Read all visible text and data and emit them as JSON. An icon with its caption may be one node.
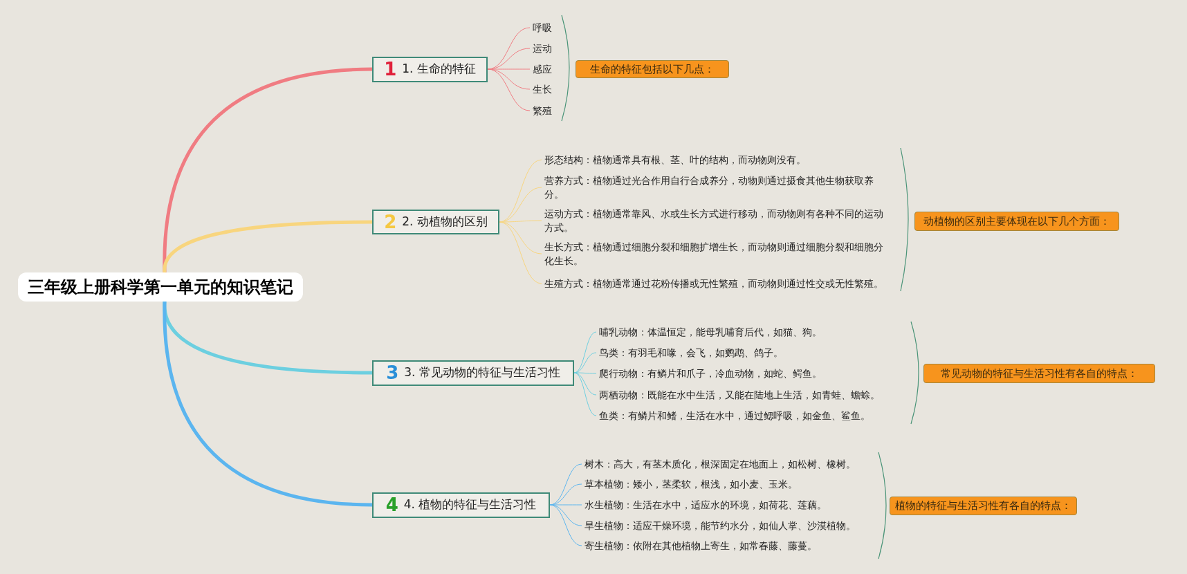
{
  "diagram": {
    "nodes": [
      {
        "text": [
          "三年级上册科学第一单元的知识笔记"
        ]
      },
      {
        "text": [
          "1",
          "1. 生命的特征"
        ]
      },
      {
        "text": [
          "呼吸"
        ]
      },
      {
        "text": [
          "运动"
        ]
      },
      {
        "text": [
          "感应"
        ]
      },
      {
        "text": [
          "生长"
        ]
      },
      {
        "text": [
          "繁殖"
        ]
      },
      {
        "text": [
          "生命的特征包括以下几点："
        ]
      },
      {
        "text": [
          "2",
          "2. 动植物的区别"
        ]
      },
      {
        "text": [
          "形态结构：植物通常具有根、茎、叶的结构，而动物则没有。"
        ]
      },
      {
        "text": [
          "营养方式：植物通过光合作用自行合成养分，动物则通过摄食其他生物获取养分。"
        ]
      },
      {
        "text": [
          "运动方式：植物通常靠风、水或生长方式进行移动，而动物则有各种不同的运动方式。"
        ]
      },
      {
        "text": [
          "生长方式：植物通过细胞分裂和细胞扩增生长，而动物则通过细胞分裂和细胞分化生长。"
        ]
      },
      {
        "text": [
          "生殖方式：植物通常通过花粉传播或无性繁殖，而动物则通过性交或无性繁殖。"
        ]
      },
      {
        "text": [
          "动植物的区别主要体现在以下几个方面："
        ]
      },
      {
        "text": [
          "3",
          "3. 常见动物的特征与生活习性"
        ]
      },
      {
        "text": [
          "哺乳动物：体温恒定，能母乳哺育后代，如猫、狗。"
        ]
      },
      {
        "text": [
          "鸟类：有羽毛和喙，会飞，如鹦鹉、鸽子。"
        ]
      },
      {
        "text": [
          "爬行动物：有鳞片和爪子，冷血动物，如蛇、鳄鱼。"
        ]
      },
      {
        "text": [
          "两栖动物：既能在水中生活，又能在陆地上生活，如青蛙、蟾蜍。"
        ]
      },
      {
        "text": [
          "鱼类：有鳞片和鳍，生活在水中，通过鳃呼吸，如金鱼、鲨鱼。"
        ]
      },
      {
        "text": [
          "常见动物的特征与生活习性有各自的特点："
        ]
      },
      {
        "text": [
          "4",
          "4. 植物的特征与生活习性"
        ]
      },
      {
        "text": [
          "树木：高大，有茎木质化，根深固定在地面上，如松树、橡树。"
        ]
      },
      {
        "text": [
          "草本植物：矮小，茎柔软，根浅，如小麦、玉米。"
        ]
      },
      {
        "text": [
          "水生植物：生活在水中，适应水的环境，如荷花、莲藕。"
        ]
      },
      {
        "text": [
          "旱生植物：适应干燥环境，能节约水分，如仙人掌、沙漠植物。"
        ]
      },
      {
        "text": [
          "寄生植物：依附在其他植物上寄生，如常春藤、藤蔓。"
        ]
      },
      {
        "text": [
          "植物的特征与生活习性有各自的特点："
        ]
      }
    ],
    "edges": [
      {
        "from": 0,
        "to": 1,
        "arrow": "none",
        "style": "thick",
        "color": "#f07c82"
      },
      {
        "from": 1,
        "to": 2,
        "arrow": "none",
        "color": "#f07c82"
      },
      {
        "from": 1,
        "to": 3,
        "arrow": "none",
        "color": "#f07c82"
      },
      {
        "from": 1,
        "to": 4,
        "arrow": "none",
        "color": "#f07c82"
      },
      {
        "from": 1,
        "to": 5,
        "arrow": "none",
        "color": "#f07c82"
      },
      {
        "from": 1,
        "to": 6,
        "arrow": "none",
        "color": "#f07c82"
      },
      {
        "from": 0,
        "to": 8,
        "arrow": "none",
        "style": "thick",
        "color": "#f8d57e"
      },
      {
        "from": 8,
        "to": 9,
        "arrow": "none",
        "color": "#f8d57e"
      },
      {
        "from": 8,
        "to": 10,
        "arrow": "none",
        "color": "#f8d57e"
      },
      {
        "from": 8,
        "to": 11,
        "arrow": "none",
        "color": "#f8d57e"
      },
      {
        "from": 8,
        "to": 12,
        "arrow": "none",
        "color": "#f8d57e"
      },
      {
        "from": 8,
        "to": 13,
        "arrow": "none",
        "color": "#f8d57e"
      },
      {
        "from": 0,
        "to": 15,
        "arrow": "none",
        "style": "thick",
        "color": "#6ccfe0"
      },
      {
        "from": 15,
        "to": 16,
        "arrow": "none",
        "color": "#6ccfe0"
      },
      {
        "from": 15,
        "to": 17,
        "arrow": "none",
        "color": "#6ccfe0"
      },
      {
        "from": 15,
        "to": 18,
        "arrow": "none",
        "color": "#6ccfe0"
      },
      {
        "from": 15,
        "to": 19,
        "arrow": "none",
        "color": "#6ccfe0"
      },
      {
        "from": 15,
        "to": 20,
        "arrow": "none",
        "color": "#6ccfe0"
      },
      {
        "from": 0,
        "to": 22,
        "arrow": "none",
        "style": "thick",
        "color": "#5bb5ef"
      },
      {
        "from": 22,
        "to": 23,
        "arrow": "none",
        "color": "#5bb5ef"
      },
      {
        "from": 22,
        "to": 24,
        "arrow": "none",
        "color": "#5bb5ef"
      },
      {
        "from": 22,
        "to": 25,
        "arrow": "none",
        "color": "#5bb5ef"
      },
      {
        "from": 22,
        "to": 26,
        "arrow": "none",
        "color": "#5bb5ef"
      },
      {
        "from": 22,
        "to": 27,
        "arrow": "none",
        "color": "#5bb5ef"
      }
    ]
  }
}
